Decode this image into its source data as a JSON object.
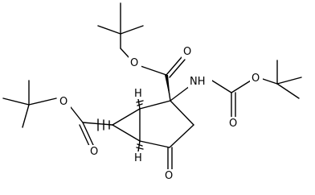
{
  "molecule": {
    "atoms": {
      "o_ester_top": "O",
      "o_carbonyl_top": "O",
      "nh": "NH",
      "o_carbamate_single": "O",
      "o_carbamate_double": "O",
      "o_ester_left": "O",
      "o_carbonyl_left": "O",
      "o_ketone": "O",
      "h_top": "H",
      "h_bottom": "H"
    },
    "colors": {
      "ink": "#000000",
      "background": "#ffffff"
    }
  }
}
